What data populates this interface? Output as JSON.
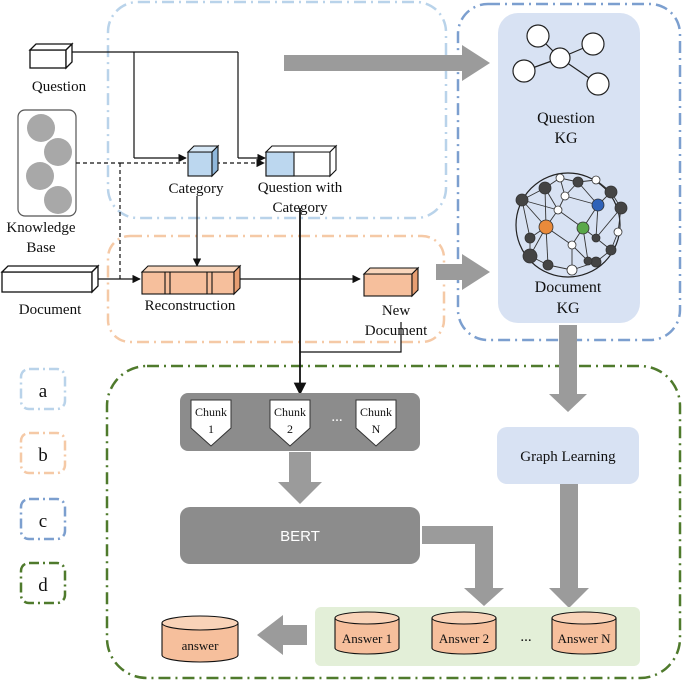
{
  "inputs": {
    "question": "Question",
    "knowledge_base_line1": "Knowledge",
    "knowledge_base_line2": "Base",
    "document": "Document"
  },
  "stage_a": {
    "category": "Category",
    "question_with_category_line1": "Question with",
    "question_with_category_line2": "Category"
  },
  "stage_b": {
    "reconstruction": "Reconstruction",
    "new_document_line1": "New",
    "new_document_line2": "Document"
  },
  "stage_c": {
    "question_kg_line1": "Question",
    "question_kg_line2": "KG",
    "document_kg_line1": "Document",
    "document_kg_line2": "KG"
  },
  "stage_d": {
    "chunks": [
      {
        "line1": "Chunk",
        "line2": "1"
      },
      {
        "line1": "Chunk",
        "line2": "2"
      },
      {
        "line1": "Chunk",
        "line2": "N"
      }
    ],
    "chunk_ellipsis": "...",
    "bert": "BERT",
    "graph_learning": "Graph Learning",
    "answers": [
      "Answer 1",
      "Answer 2",
      "Answer N"
    ],
    "answer_ellipsis": "...",
    "final_answer": "answer"
  },
  "legend": [
    "a",
    "b",
    "c",
    "d"
  ],
  "colors": {
    "region_a": "#b9d3ea",
    "region_b": "#f5c9a6",
    "region_c": "#7c9fcf",
    "region_d": "#4f7a2c",
    "kg_panel": "#d8e2f3",
    "gray_box": "#8c8c8c",
    "arrow_gray": "#9b9b9b",
    "answer_panel": "#e3efd8",
    "cylinder": "#f6bf9c",
    "category_cube": "#bcd7ef",
    "node_orange": "#e98a3b",
    "node_green": "#5aa84a",
    "node_blue": "#2f62b8"
  }
}
